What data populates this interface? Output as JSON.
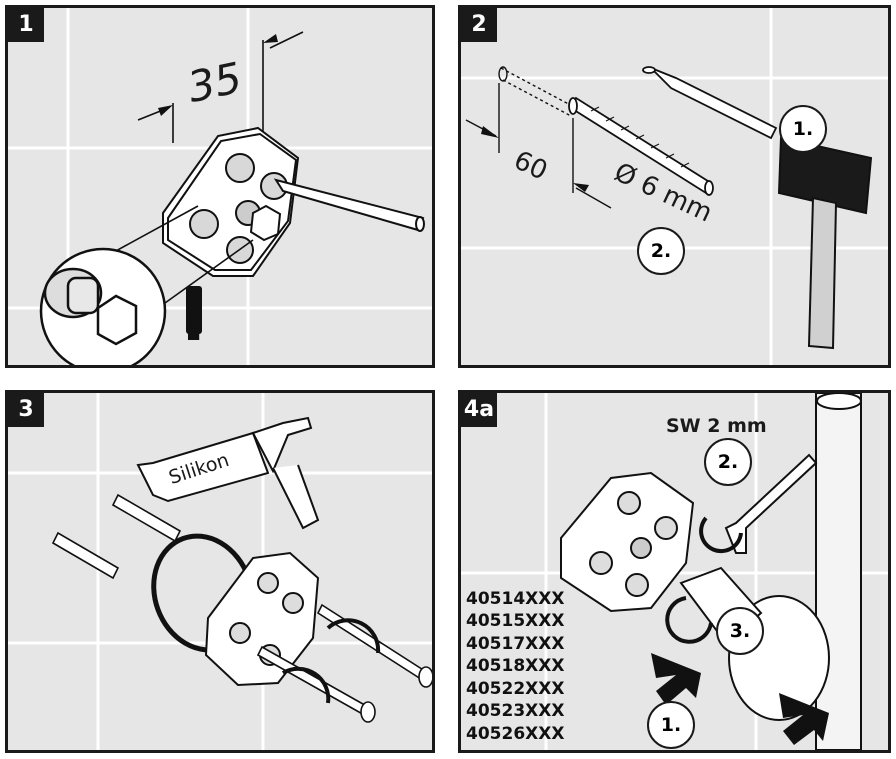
{
  "panels": [
    {
      "number": "1",
      "dimension": "35",
      "warning": "!"
    },
    {
      "number": "2",
      "depth": "60",
      "diameter": "Ø 6 mm",
      "steps": [
        "1.",
        "2."
      ]
    },
    {
      "number": "3",
      "product_label": "Silikon"
    },
    {
      "number": "4a",
      "tool_size": "SW 2 mm",
      "steps": [
        "1.",
        "2.",
        "3."
      ],
      "models": [
        "40514XXX",
        "40515XXX",
        "40517XXX",
        "40518XXX",
        "40522XXX",
        "40523XXX",
        "40526XXX"
      ]
    }
  ]
}
